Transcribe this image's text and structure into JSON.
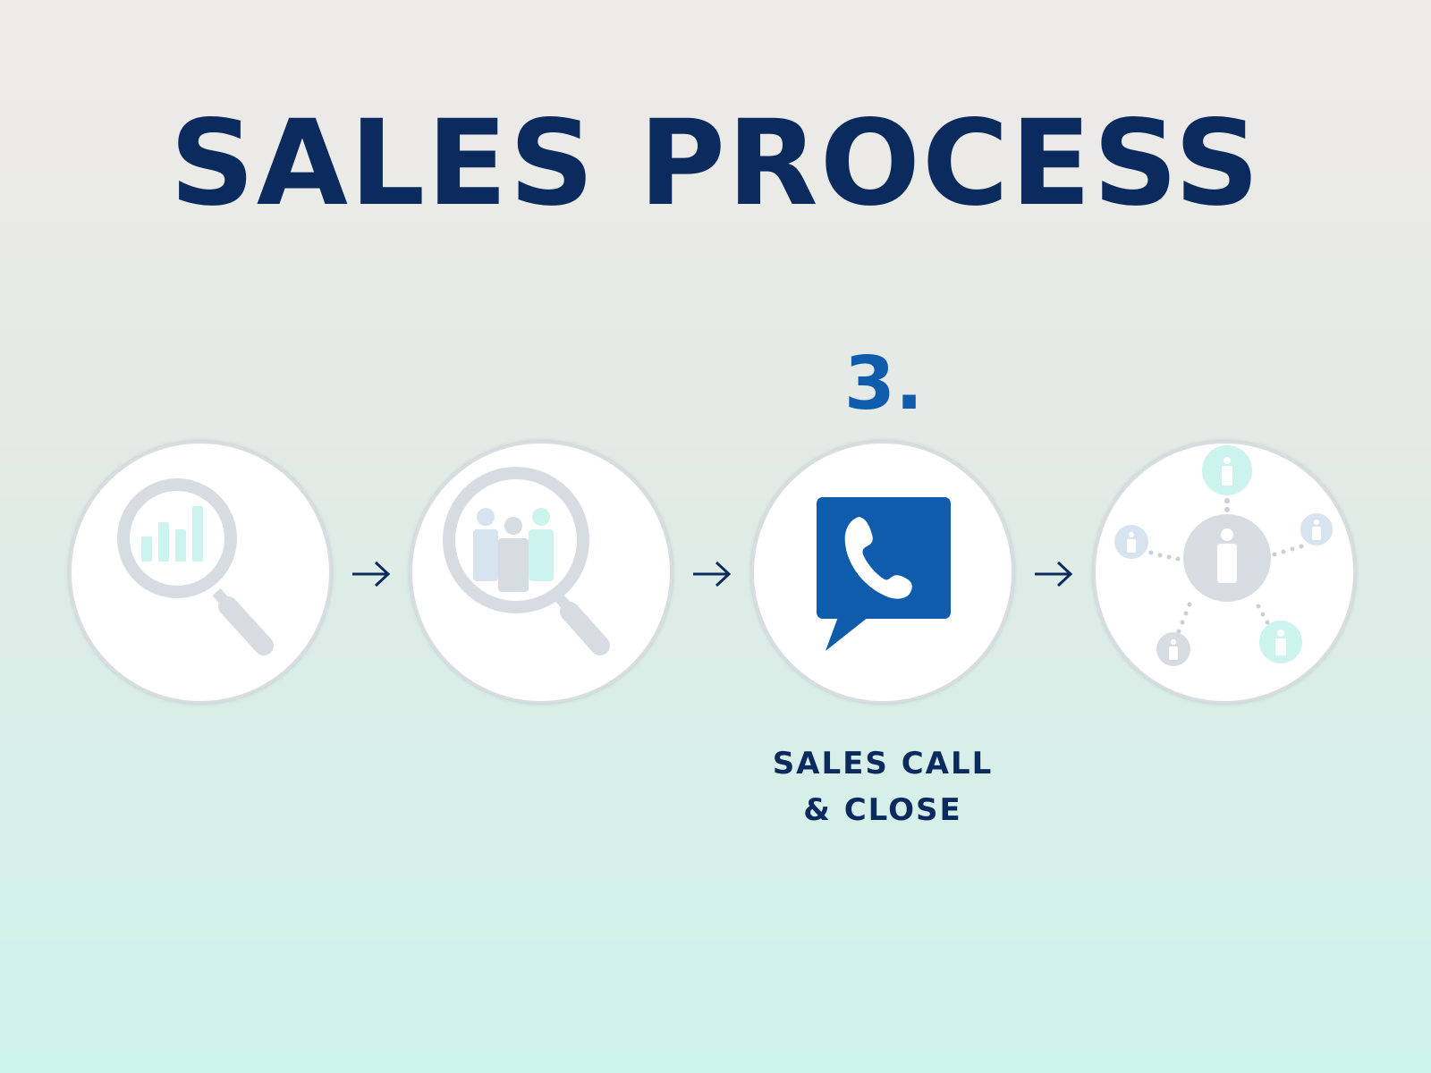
{
  "title": "SALES PROCESS",
  "active_step": {
    "number": "3.",
    "label_lines": [
      "SALES CALL",
      "& CLOSE"
    ]
  },
  "steps": [
    {
      "icon": "magnifier-bar-chart-icon",
      "active": false
    },
    {
      "icon": "magnifier-people-icon",
      "active": false
    },
    {
      "icon": "phone-speech-bubble-icon",
      "active": true
    },
    {
      "icon": "people-network-icon",
      "active": false
    }
  ],
  "colors": {
    "title": "#0b2a5e",
    "step_number": "#0f5bac",
    "active_icon": "#0f5bac",
    "inactive_icon": "#d7dbe2",
    "inactive_accent": "#cdf3ee"
  }
}
